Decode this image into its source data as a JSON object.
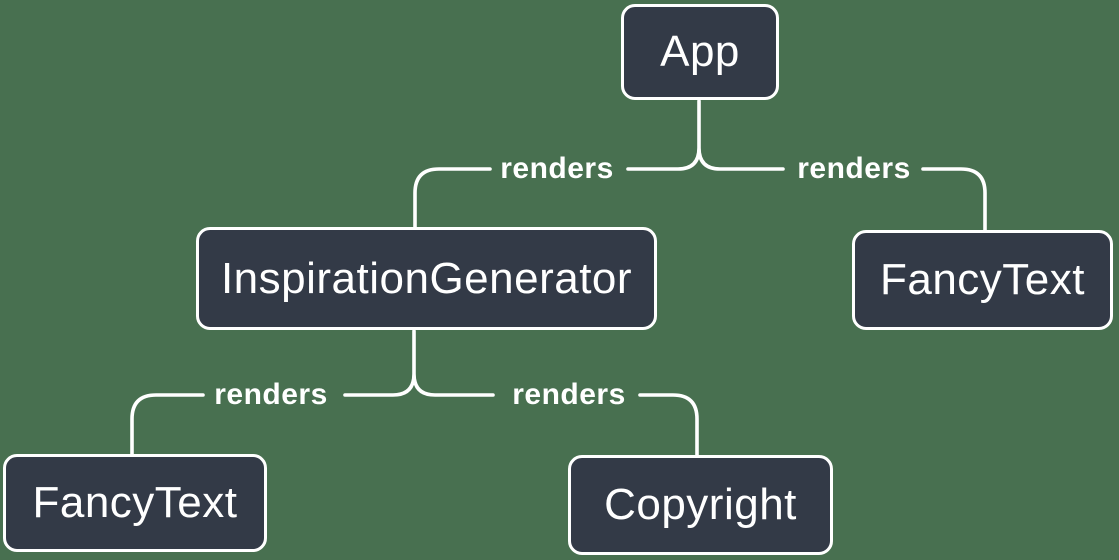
{
  "diagram": {
    "colors": {
      "background": "#487050",
      "node_fill": "#333a47",
      "node_border": "#ffffff",
      "edge_line": "#ffffff",
      "text": "#ffffff"
    },
    "nodes": [
      {
        "id": "app",
        "label": "App"
      },
      {
        "id": "inspiration-generator",
        "label": "InspirationGenerator"
      },
      {
        "id": "fancy-text-top",
        "label": "FancyText"
      },
      {
        "id": "fancy-text-bottom",
        "label": "FancyText"
      },
      {
        "id": "copyright",
        "label": "Copyright"
      }
    ],
    "edges": [
      {
        "from": "App",
        "to": "InspirationGenerator",
        "label": "renders"
      },
      {
        "from": "App",
        "to": "FancyText",
        "label": "renders"
      },
      {
        "from": "InspirationGenerator",
        "to": "FancyText",
        "label": "renders"
      },
      {
        "from": "InspirationGenerator",
        "to": "Copyright",
        "label": "renders"
      }
    ]
  }
}
